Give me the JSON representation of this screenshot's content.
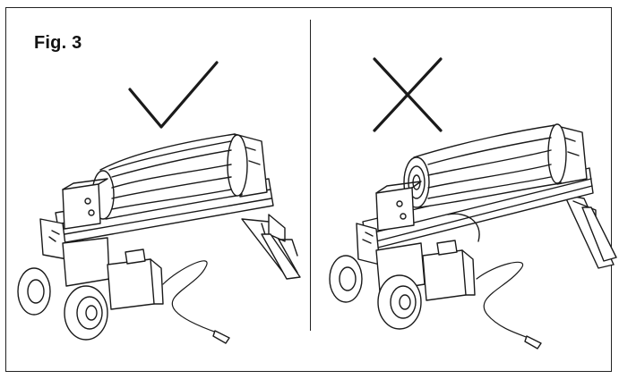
{
  "figure": {
    "label": "Fig. 3"
  },
  "panels": [
    {
      "indicator": "check-mark",
      "meaning": "correct"
    },
    {
      "indicator": "cross-mark",
      "meaning": "incorrect"
    }
  ],
  "colors": {
    "line": "#1a1a1a",
    "background": "#ffffff"
  }
}
